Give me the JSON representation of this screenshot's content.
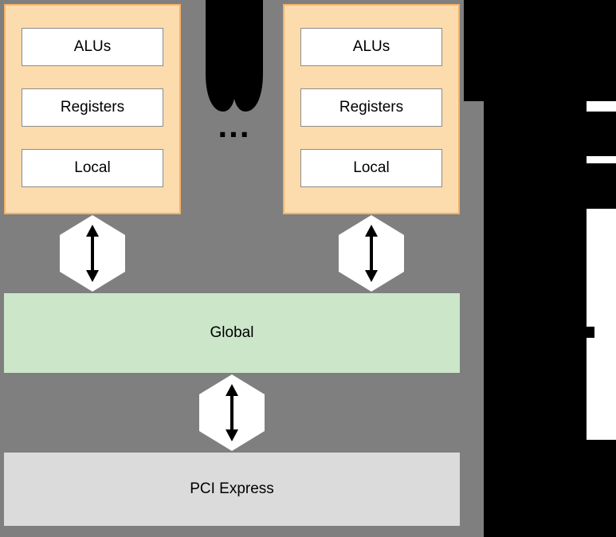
{
  "diagram": {
    "compute_units": [
      {
        "blocks": [
          "ALUs",
          "Registers",
          "Local"
        ]
      },
      {
        "blocks": [
          "ALUs",
          "Registers",
          "Local"
        ]
      }
    ],
    "ellipsis": "...",
    "global_memory": {
      "label": "Global"
    },
    "pci": {
      "label": "PCI Express"
    },
    "icons": {
      "connector": "bidirectional-vertical-arrow"
    },
    "colors": {
      "panel_gray": "#7f7f7f",
      "unit_fill": "#fcdbad",
      "unit_border": "#f2b366",
      "block_fill": "#ffffff",
      "block_border": "#8c8c8c",
      "global_fill": "#cbe6c9",
      "pci_fill": "#dbdbdb",
      "connector_fill": "#ffffff",
      "black": "#000000"
    }
  }
}
